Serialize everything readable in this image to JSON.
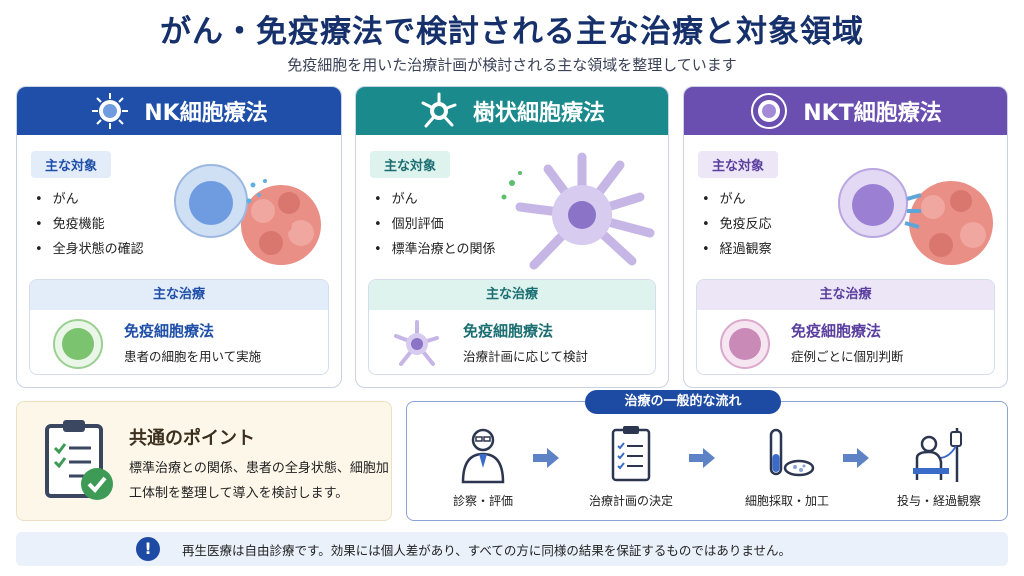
{
  "title": "がん・免疫療法で検討される主な治療と対象領域",
  "subtitle": "免疫細胞を用いた治療計画が検討される主な領域を整理しています",
  "cards": [
    {
      "header": "NK細胞療法",
      "header_color": "#1f4fa8",
      "target_label": "主な対象",
      "targets": [
        "がん",
        "免疫機能",
        "全身状態の確認"
      ],
      "treatment_label": "主な治療",
      "treatment_title": "免疫細胞療法",
      "treatment_desc": "患者の細胞を用いて実施"
    },
    {
      "header": "樹状細胞療法",
      "header_color": "#1b8a8c",
      "target_label": "主な対象",
      "targets": [
        "がん",
        "個別評価",
        "標準治療との関係"
      ],
      "treatment_label": "主な治療",
      "treatment_title": "免疫細胞療法",
      "treatment_desc": "治療計画に応じて検討"
    },
    {
      "header": "NKT細胞療法",
      "header_color": "#6a4fb0",
      "target_label": "主な対象",
      "targets": [
        "がん",
        "免疫反応",
        "経過観察"
      ],
      "treatment_label": "主な治療",
      "treatment_title": "免疫細胞療法",
      "treatment_desc": "症例ごとに個別判断"
    }
  ],
  "point": {
    "title": "共通のポイント",
    "text": "標準治療との関係、患者の全身状態、細胞加工体制を整理して導入を検討します。"
  },
  "flow": {
    "label": "治療の一般的な流れ",
    "steps": [
      "診察・評価",
      "治療計画の決定",
      "細胞採取・加工",
      "投与・経過観察"
    ]
  },
  "notice": "再生医療は自由診療です。効果には個人差があり、すべての方に同様の結果を保証するものではありません。"
}
